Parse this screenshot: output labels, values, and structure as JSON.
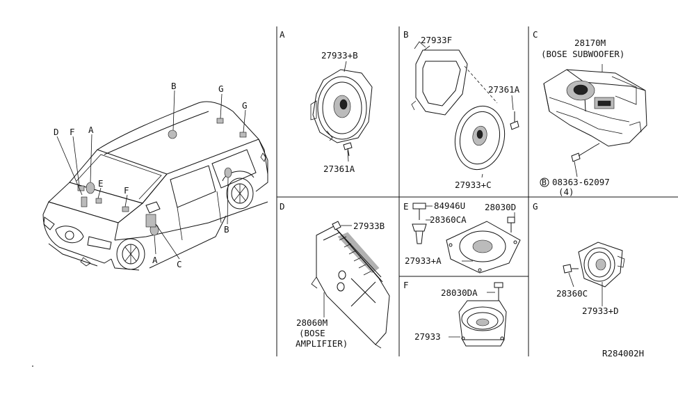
{
  "diagram": {
    "ref_code": "R284002H",
    "vehicle_callouts": [
      "B",
      "G",
      "G",
      "D",
      "F",
      "A",
      "E",
      "F",
      "A",
      "C",
      "B"
    ],
    "sections": {
      "A": {
        "letter": "A",
        "parts": [
          "27933+B",
          "27361A"
        ]
      },
      "B": {
        "letter": "B",
        "parts": [
          "27933F",
          "27361A",
          "27933+C"
        ]
      },
      "C": {
        "letter": "C",
        "parts": [
          "28170M",
          "(BOSE SUBWOOFER)",
          "08363-62097",
          "(4)"
        ],
        "bolt_symbol": "B"
      },
      "D": {
        "letter": "D",
        "parts": [
          "27933B",
          "28060M",
          "(BOSE",
          "AMPLIFIER)"
        ]
      },
      "E": {
        "letter": "E",
        "parts": [
          "84946U",
          "28030D",
          "28360CA",
          "27933+A"
        ]
      },
      "F": {
        "letter": "F",
        "parts": [
          "28030DA",
          "27933"
        ]
      },
      "G": {
        "letter": "G",
        "parts": [
          "28360C",
          "27933+D"
        ]
      }
    }
  }
}
